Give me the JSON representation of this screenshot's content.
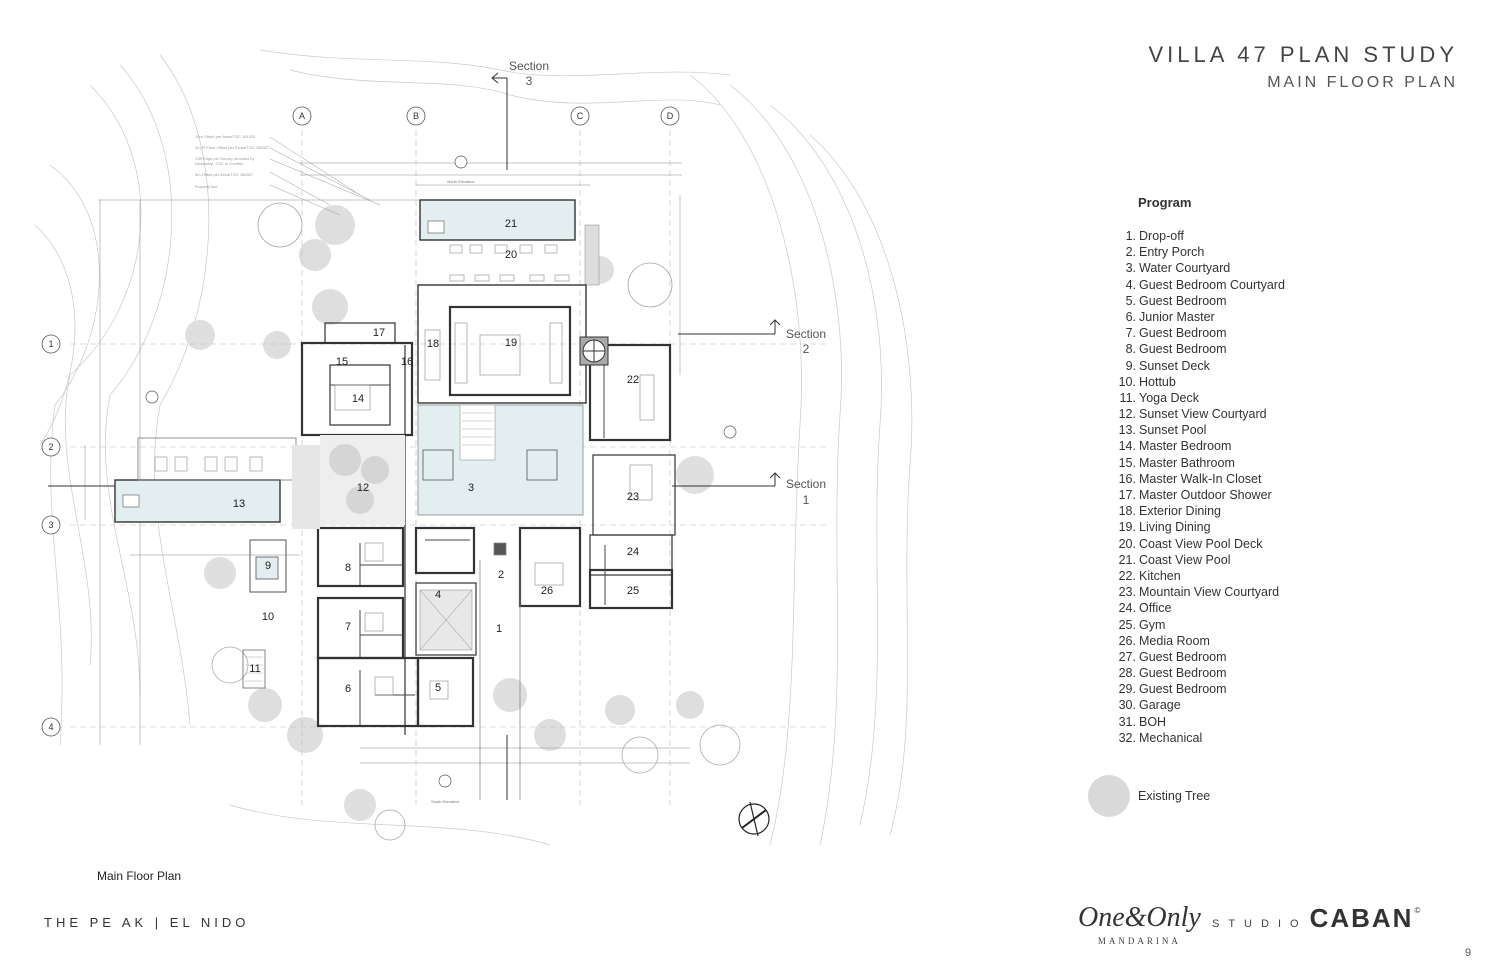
{
  "title": "VILLA 47 PLAN STUDY",
  "subtitle": "MAIN FLOOR PLAN",
  "legend": {
    "heading": "Program",
    "items": [
      {
        "num": "1.",
        "label": "Drop-off"
      },
      {
        "num": "2.",
        "label": "Entry Porch"
      },
      {
        "num": "3.",
        "label": "Water Courtyard"
      },
      {
        "num": "4.",
        "label": "Guest Bedroom Courtyard"
      },
      {
        "num": "5.",
        "label": "Guest Bedroom"
      },
      {
        "num": "6.",
        "label": "Junior Master"
      },
      {
        "num": "7.",
        "label": "Guest Bedroom"
      },
      {
        "num": "8.",
        "label": "Guest Bedroom"
      },
      {
        "num": "9.",
        "label": "Sunset Deck"
      },
      {
        "num": "10.",
        "label": "Hottub"
      },
      {
        "num": "11.",
        "label": "Yoga Deck"
      },
      {
        "num": "12.",
        "label": "Sunset View Courtyard"
      },
      {
        "num": "13.",
        "label": "Sunset Pool"
      },
      {
        "num": "14.",
        "label": "Master Bedroom"
      },
      {
        "num": "15.",
        "label": "Master Bathroom"
      },
      {
        "num": "16.",
        "label": "Master Walk-In Closet"
      },
      {
        "num": "17.",
        "label": "Master Outdoor Shower"
      },
      {
        "num": "18.",
        "label": "Exterior Dining"
      },
      {
        "num": "19.",
        "label": "Living Dining"
      },
      {
        "num": "20.",
        "label": "Coast View Pool Deck"
      },
      {
        "num": "21.",
        "label": "Coast View Pool"
      },
      {
        "num": "22.",
        "label": "Kitchen"
      },
      {
        "num": "23.",
        "label": "Mountain View Courtyard"
      },
      {
        "num": "24.",
        "label": "Office"
      },
      {
        "num": "25.",
        "label": "Gym"
      },
      {
        "num": "26.",
        "label": "Media Room"
      },
      {
        "num": "27.",
        "label": "Guest Bedroom"
      },
      {
        "num": "28.",
        "label": "Guest Bedroom"
      },
      {
        "num": "29.",
        "label": "Guest Bedroom"
      },
      {
        "num": "30.",
        "label": "Garage"
      },
      {
        "num": "31.",
        "label": "BOH"
      },
      {
        "num": "32.",
        "label": "Mechanical"
      }
    ],
    "tree_key_label": "Existing Tree"
  },
  "plan": {
    "caption": "Main Floor Plan",
    "grid_columns": [
      "A",
      "B",
      "C",
      "D"
    ],
    "grid_rows": [
      "1",
      "2",
      "3",
      "4"
    ],
    "sections": [
      {
        "label": "Section",
        "num": "3"
      },
      {
        "label": "Section",
        "num": "2"
      },
      {
        "label": "Section",
        "num": "1"
      }
    ],
    "room_numbers": [
      "1",
      "2",
      "3",
      "4",
      "5",
      "6",
      "7",
      "8",
      "9",
      "10",
      "11",
      "12",
      "13",
      "14",
      "15",
      "16",
      "17",
      "18",
      "19",
      "20",
      "21",
      "22",
      "23",
      "24",
      "25",
      "26"
    ]
  },
  "footer": {
    "project": "THE PE AK | EL NIDO",
    "brand1_main": "One&Only",
    "brand1_sub": "MANDARINA",
    "brand2_prefix": "STUDIO",
    "brand2_main": "CABAN",
    "brand2_reg": "©",
    "page_number": "9"
  },
  "colors": {
    "tree": "#d9d9d9",
    "wall": "#333333",
    "water": "#e3eef0",
    "line": "#9a9a9a"
  }
}
